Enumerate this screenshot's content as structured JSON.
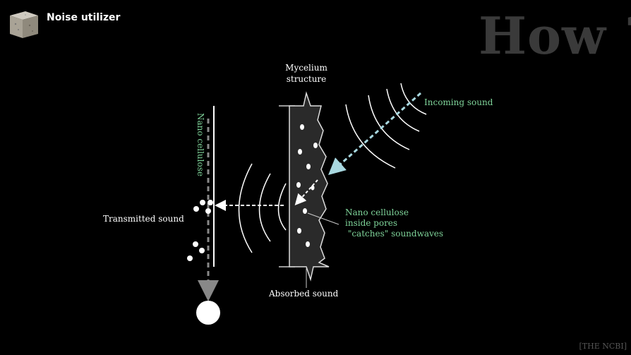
{
  "header": {
    "app_title": "Noise utilizer",
    "big_title": "How ?"
  },
  "diagram": {
    "mycelium_label_line1": "Mycelium",
    "mycelium_label_line2": "structure",
    "incoming_label": "Incoming sound",
    "nano_cellulose_vertical_label": "Nano cellulose",
    "transmitted_label": "Transmitted sound",
    "absorbed_label": "Absorbed sound",
    "catches_label": "Nano cellulose\ninside pores\n \"catches\" soundwaves"
  },
  "footer": {
    "source": "[THE NCBI]"
  },
  "colors": {
    "background": "#000000",
    "accent_green": "#7fd49a",
    "arrow_blue": "#a8d8e0",
    "title_gray": "#3a3a3a"
  },
  "icons": {
    "logo": "mycelium-block-icon"
  }
}
